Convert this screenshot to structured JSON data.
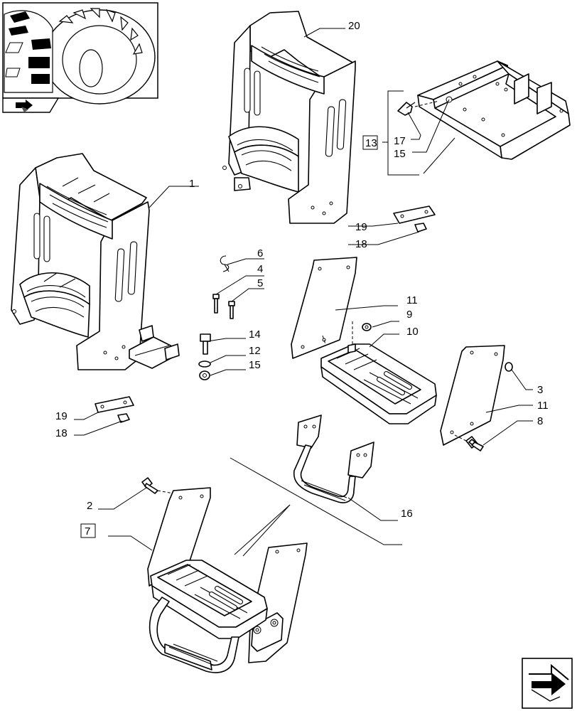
{
  "callouts": {
    "c1": "1",
    "c2": "2",
    "c3": "3",
    "c4": "4",
    "c5": "5",
    "c6": "6",
    "c7": "7",
    "c8": "8",
    "c9": "9",
    "c10": "10",
    "c11a": "11",
    "c11b": "11",
    "c12": "12",
    "c13": "13",
    "c14": "14",
    "c15a": "15",
    "c15b": "15",
    "c17": "17",
    "c18a": "18",
    "c18b": "18",
    "c19a": "19",
    "c19b": "19",
    "c16": "16",
    "c20": "20"
  },
  "icons": {
    "thumbnail": "tractor-wheel-step-thumbnail",
    "nav_small": "small-navigation-arrow-icon",
    "nav_large": "next-page-arrow-icon"
  }
}
